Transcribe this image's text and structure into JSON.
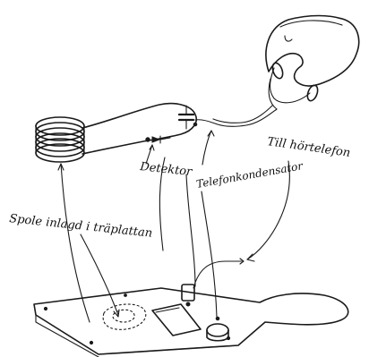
{
  "labels": {
    "headphones": "Till hörtelefon",
    "detector": "Detektor",
    "capacitor": "Telefonkondensator",
    "coil": "Spole inlagd i träplattan"
  }
}
